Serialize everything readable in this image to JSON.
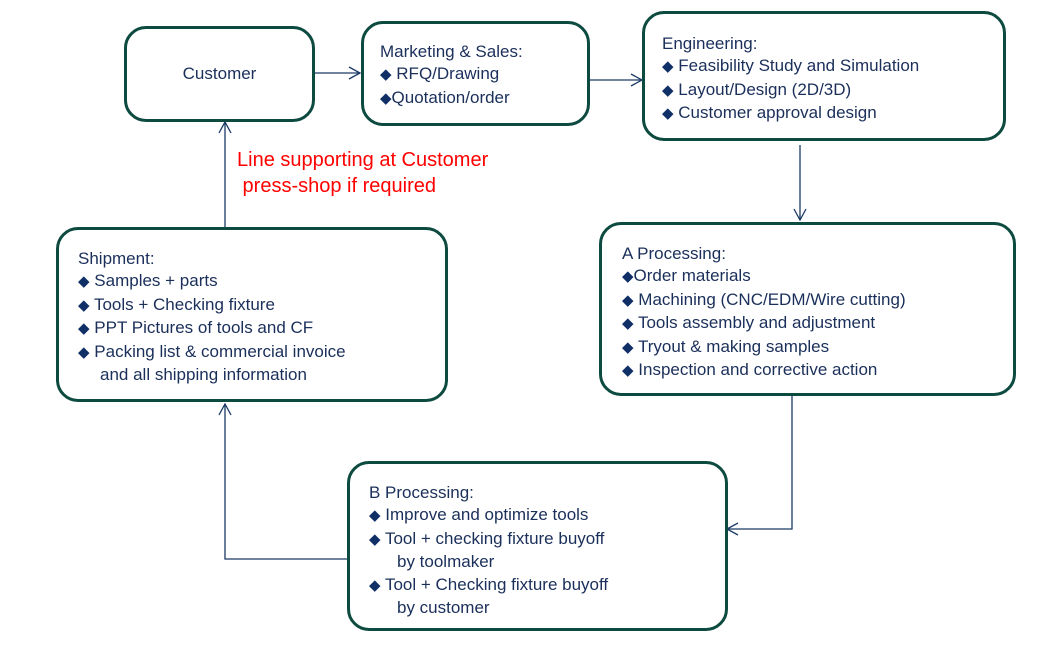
{
  "colors": {
    "box_border": "#0d4a40",
    "text": "#1a2f5a",
    "connector": "#1a3a66",
    "note": "#ff0000"
  },
  "customer": {
    "label": "Customer"
  },
  "marketing": {
    "title": "Marketing & Sales:",
    "items": [
      "RFQ/Drawing",
      "Quotation/order"
    ]
  },
  "engineering": {
    "title": "Engineering:",
    "items": [
      "Feasibility Study and Simulation",
      "Layout/Design (2D/3D)",
      "Customer approval design"
    ]
  },
  "a_processing": {
    "title": "A Processing:",
    "items": [
      "Order materials",
      "Machining (CNC/EDM/Wire cutting)",
      "Tools assembly and adjustment",
      "Tryout & making samples",
      "Inspection and corrective action"
    ]
  },
  "b_processing": {
    "title": "B Processing:",
    "items": [
      "Improve and optimize tools",
      "Tool + checking fixture buyoff",
      "by toolmaker",
      "Tool + Checking fixture buyoff",
      "by customer"
    ]
  },
  "shipment": {
    "title": "Shipment:",
    "items": [
      "Samples + parts",
      "Tools + Checking fixture",
      "PPT Pictures of tools and CF",
      "Packing list & commercial invoice",
      "and all shipping information"
    ]
  },
  "note": {
    "line1": "Line supporting at Customer",
    "line2": " press-shop if required"
  },
  "bullet": "◆"
}
